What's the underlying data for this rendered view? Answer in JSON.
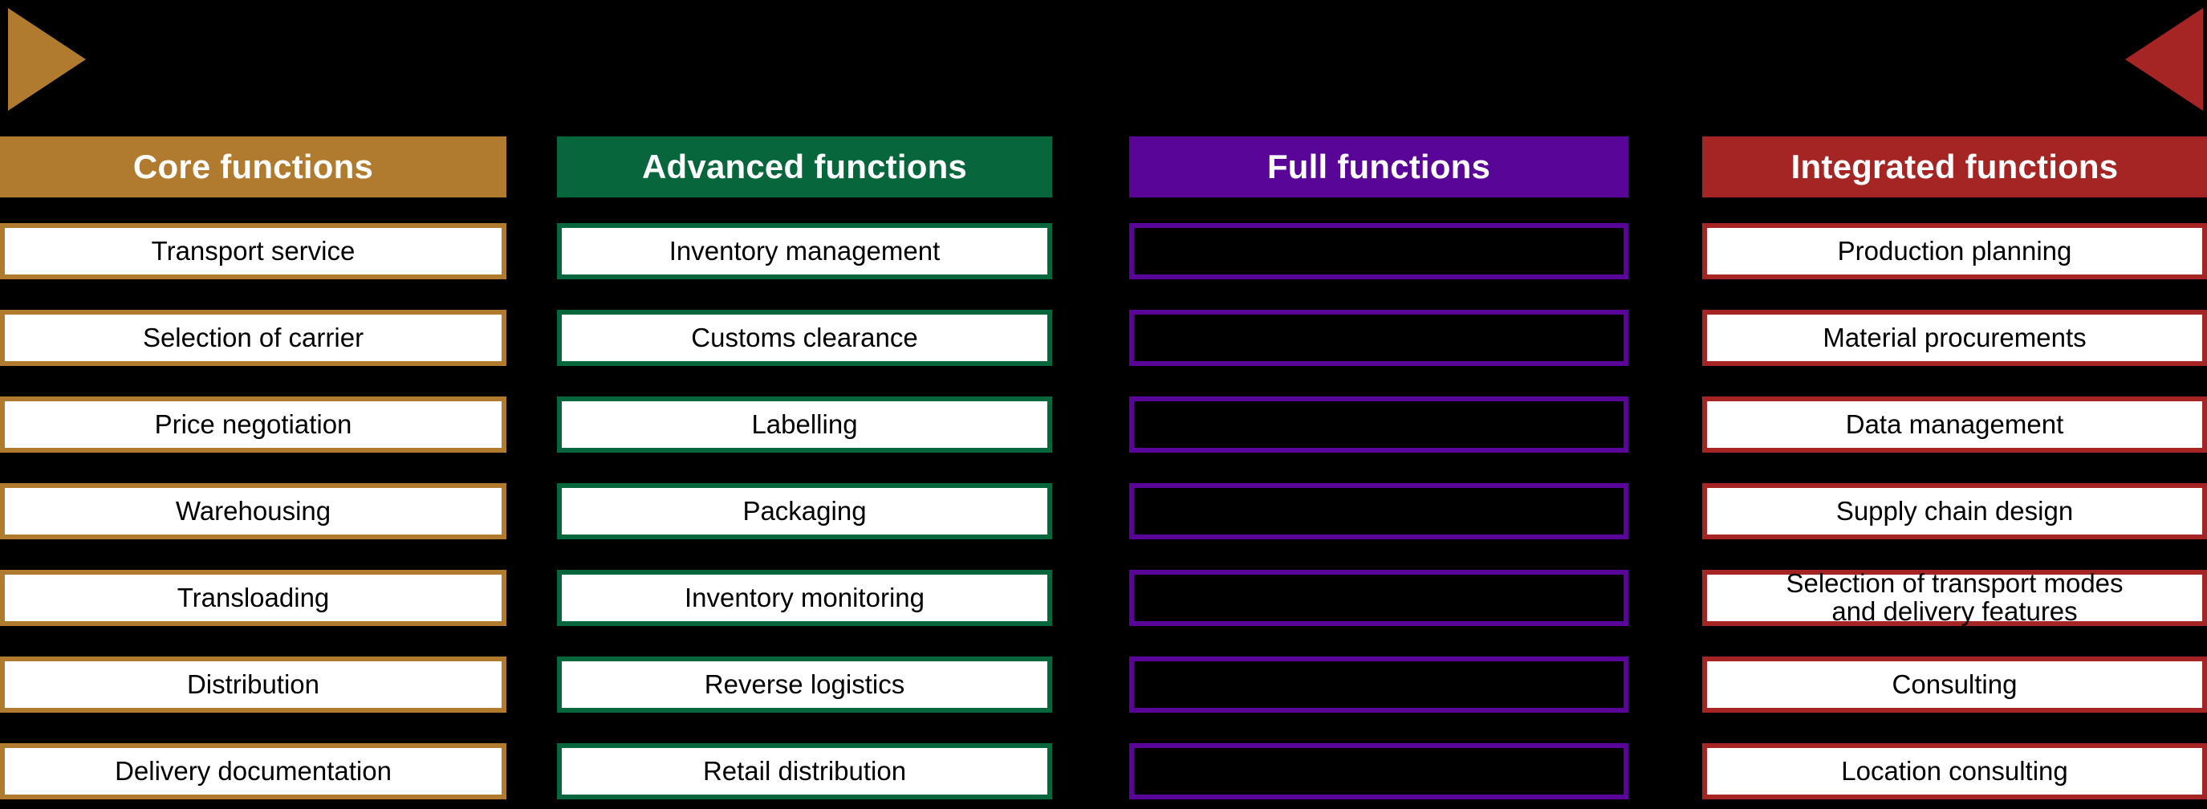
{
  "background_color": "#000000",
  "decorations": {
    "left_arrow": {
      "icon": "triangle-right-icon",
      "color": "#B07B2E"
    },
    "right_arrow": {
      "icon": "triangle-left-icon",
      "color": "#A52424"
    }
  },
  "columns": [
    {
      "id": "core",
      "header": "Core functions",
      "header_color": "#B07B2E",
      "border_color": "#B07B2E",
      "item_fill": "#FFFFFF",
      "items": [
        "Transport service",
        "Selection of carrier",
        "Price negotiation",
        "Warehousing",
        "Transloading",
        "Distribution",
        "Delivery documentation"
      ]
    },
    {
      "id": "advanced",
      "header": "Advanced functions",
      "header_color": "#07663C",
      "border_color": "#07663C",
      "item_fill": "#FFFFFF",
      "items": [
        "Inventory management",
        "Customs clearance",
        "Labelling",
        "Packaging",
        "Inventory monitoring",
        "Reverse logistics",
        "Retail distribution"
      ]
    },
    {
      "id": "full",
      "header": "Full functions",
      "header_color": "#590597",
      "border_color": "#590597",
      "item_fill": "#000000",
      "items": [
        "",
        "",
        "",
        "",
        "",
        "",
        ""
      ]
    },
    {
      "id": "integrated",
      "header": "Integrated functions",
      "header_color": "#A52424",
      "border_color": "#A52424",
      "item_fill": "#FFFFFF",
      "items": [
        "Production planning",
        "Material procurements",
        "Data management",
        "Supply chain design",
        "Selection of transport modes\nand delivery features",
        "Consulting",
        "Location consulting"
      ]
    }
  ]
}
